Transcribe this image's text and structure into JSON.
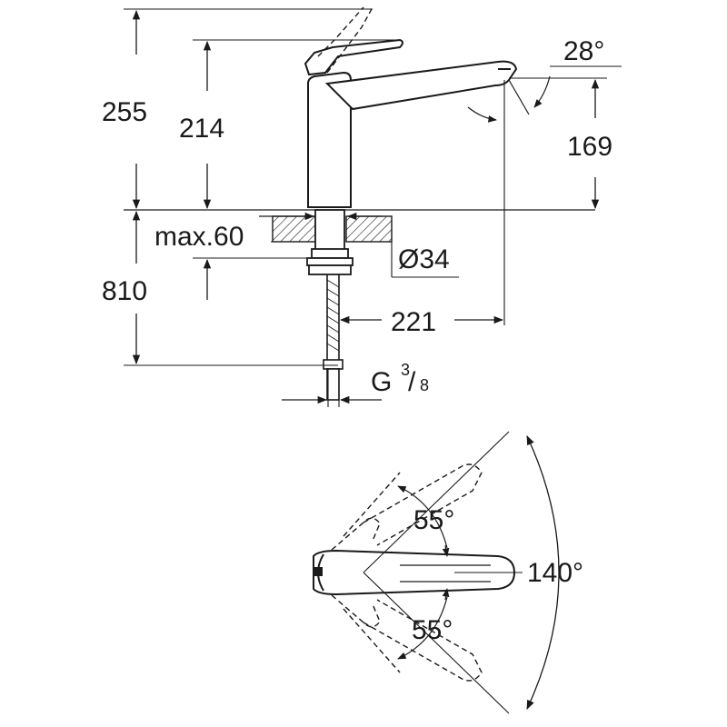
{
  "dimensions": {
    "total_height": "255",
    "lever_height": "214",
    "spout_height": "169",
    "spout_angle": "28°",
    "max_thickness": "max.60",
    "hole_diameter": "Ø34",
    "hose_length": "810",
    "spout_reach": "221",
    "thread_base": "G",
    "thread_num": "3",
    "thread_den": "8"
  },
  "rotation": {
    "left_angle_upper": "55°",
    "left_angle_lower": "55°",
    "total_angle": "140°"
  },
  "colors": {
    "line": "#1a1a1a",
    "background": "#ffffff"
  }
}
